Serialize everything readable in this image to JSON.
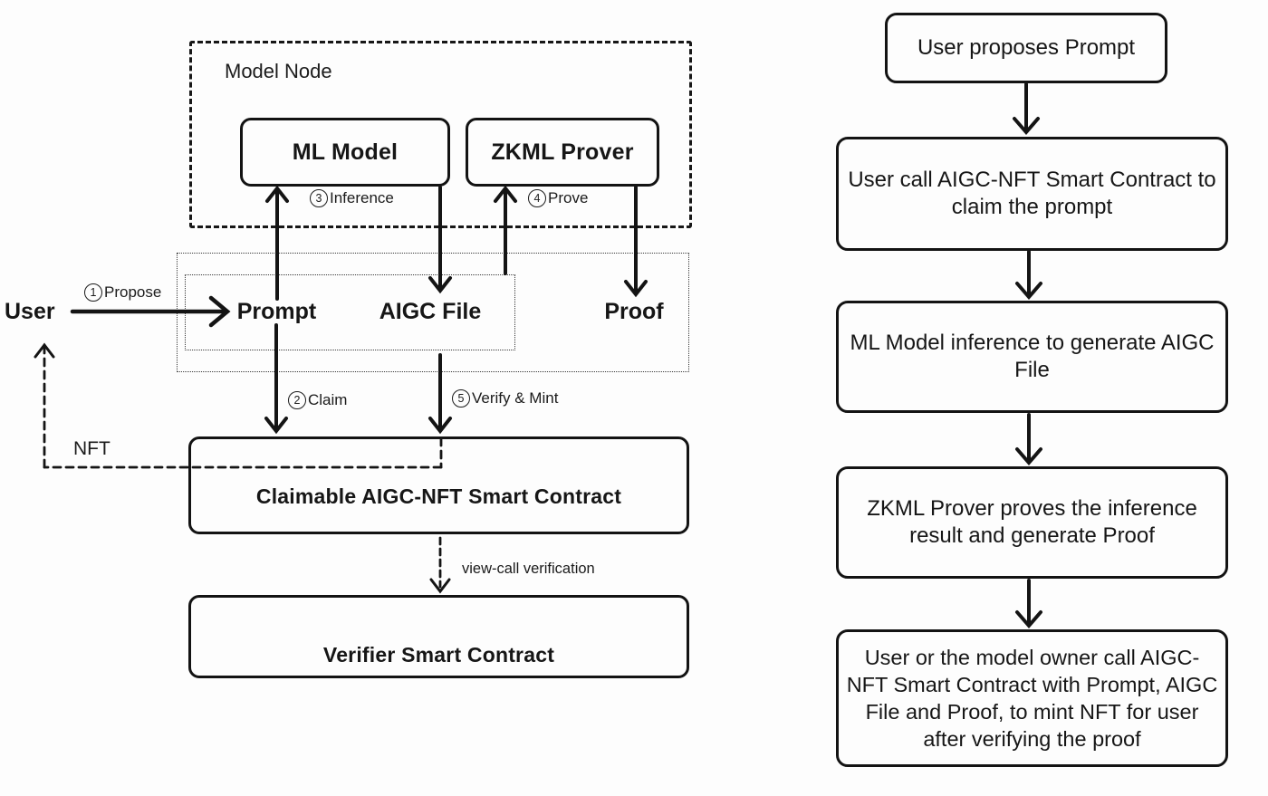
{
  "colors": {
    "ink": "#161616",
    "background": "#ffffff"
  },
  "diagram": {
    "model_node_label": "Model Node",
    "nodes": {
      "user": "User",
      "ml_model": "ML Model",
      "zkml_prover": "ZKML Prover",
      "prompt": "Prompt",
      "aigc_file": "AIGC File",
      "proof": "Proof",
      "claimable_contract": "Claimable AIGC-NFT Smart Contract",
      "verifier_contract": "Verifier Smart Contract"
    },
    "steps": {
      "propose": {
        "num": "1",
        "label": "Propose"
      },
      "claim": {
        "num": "2",
        "label": "Claim"
      },
      "inference": {
        "num": "3",
        "label": "Inference"
      },
      "prove": {
        "num": "4",
        "label": "Prove"
      },
      "verify_mint": {
        "num": "5",
        "label": "Verify & Mint"
      }
    },
    "edge_labels": {
      "nft": "NFT",
      "view_call": "view-call verification"
    }
  },
  "flowchart": {
    "steps": [
      "User proposes Prompt",
      "User call AIGC-NFT Smart Contract to claim the prompt",
      "ML Model inference to generate AIGC File",
      "ZKML Prover proves the inference result and generate Proof",
      "User or the model owner call AIGC-NFT Smart Contract with Prompt, AIGC File and Proof, to mint NFT for user after verifying the proof"
    ]
  }
}
